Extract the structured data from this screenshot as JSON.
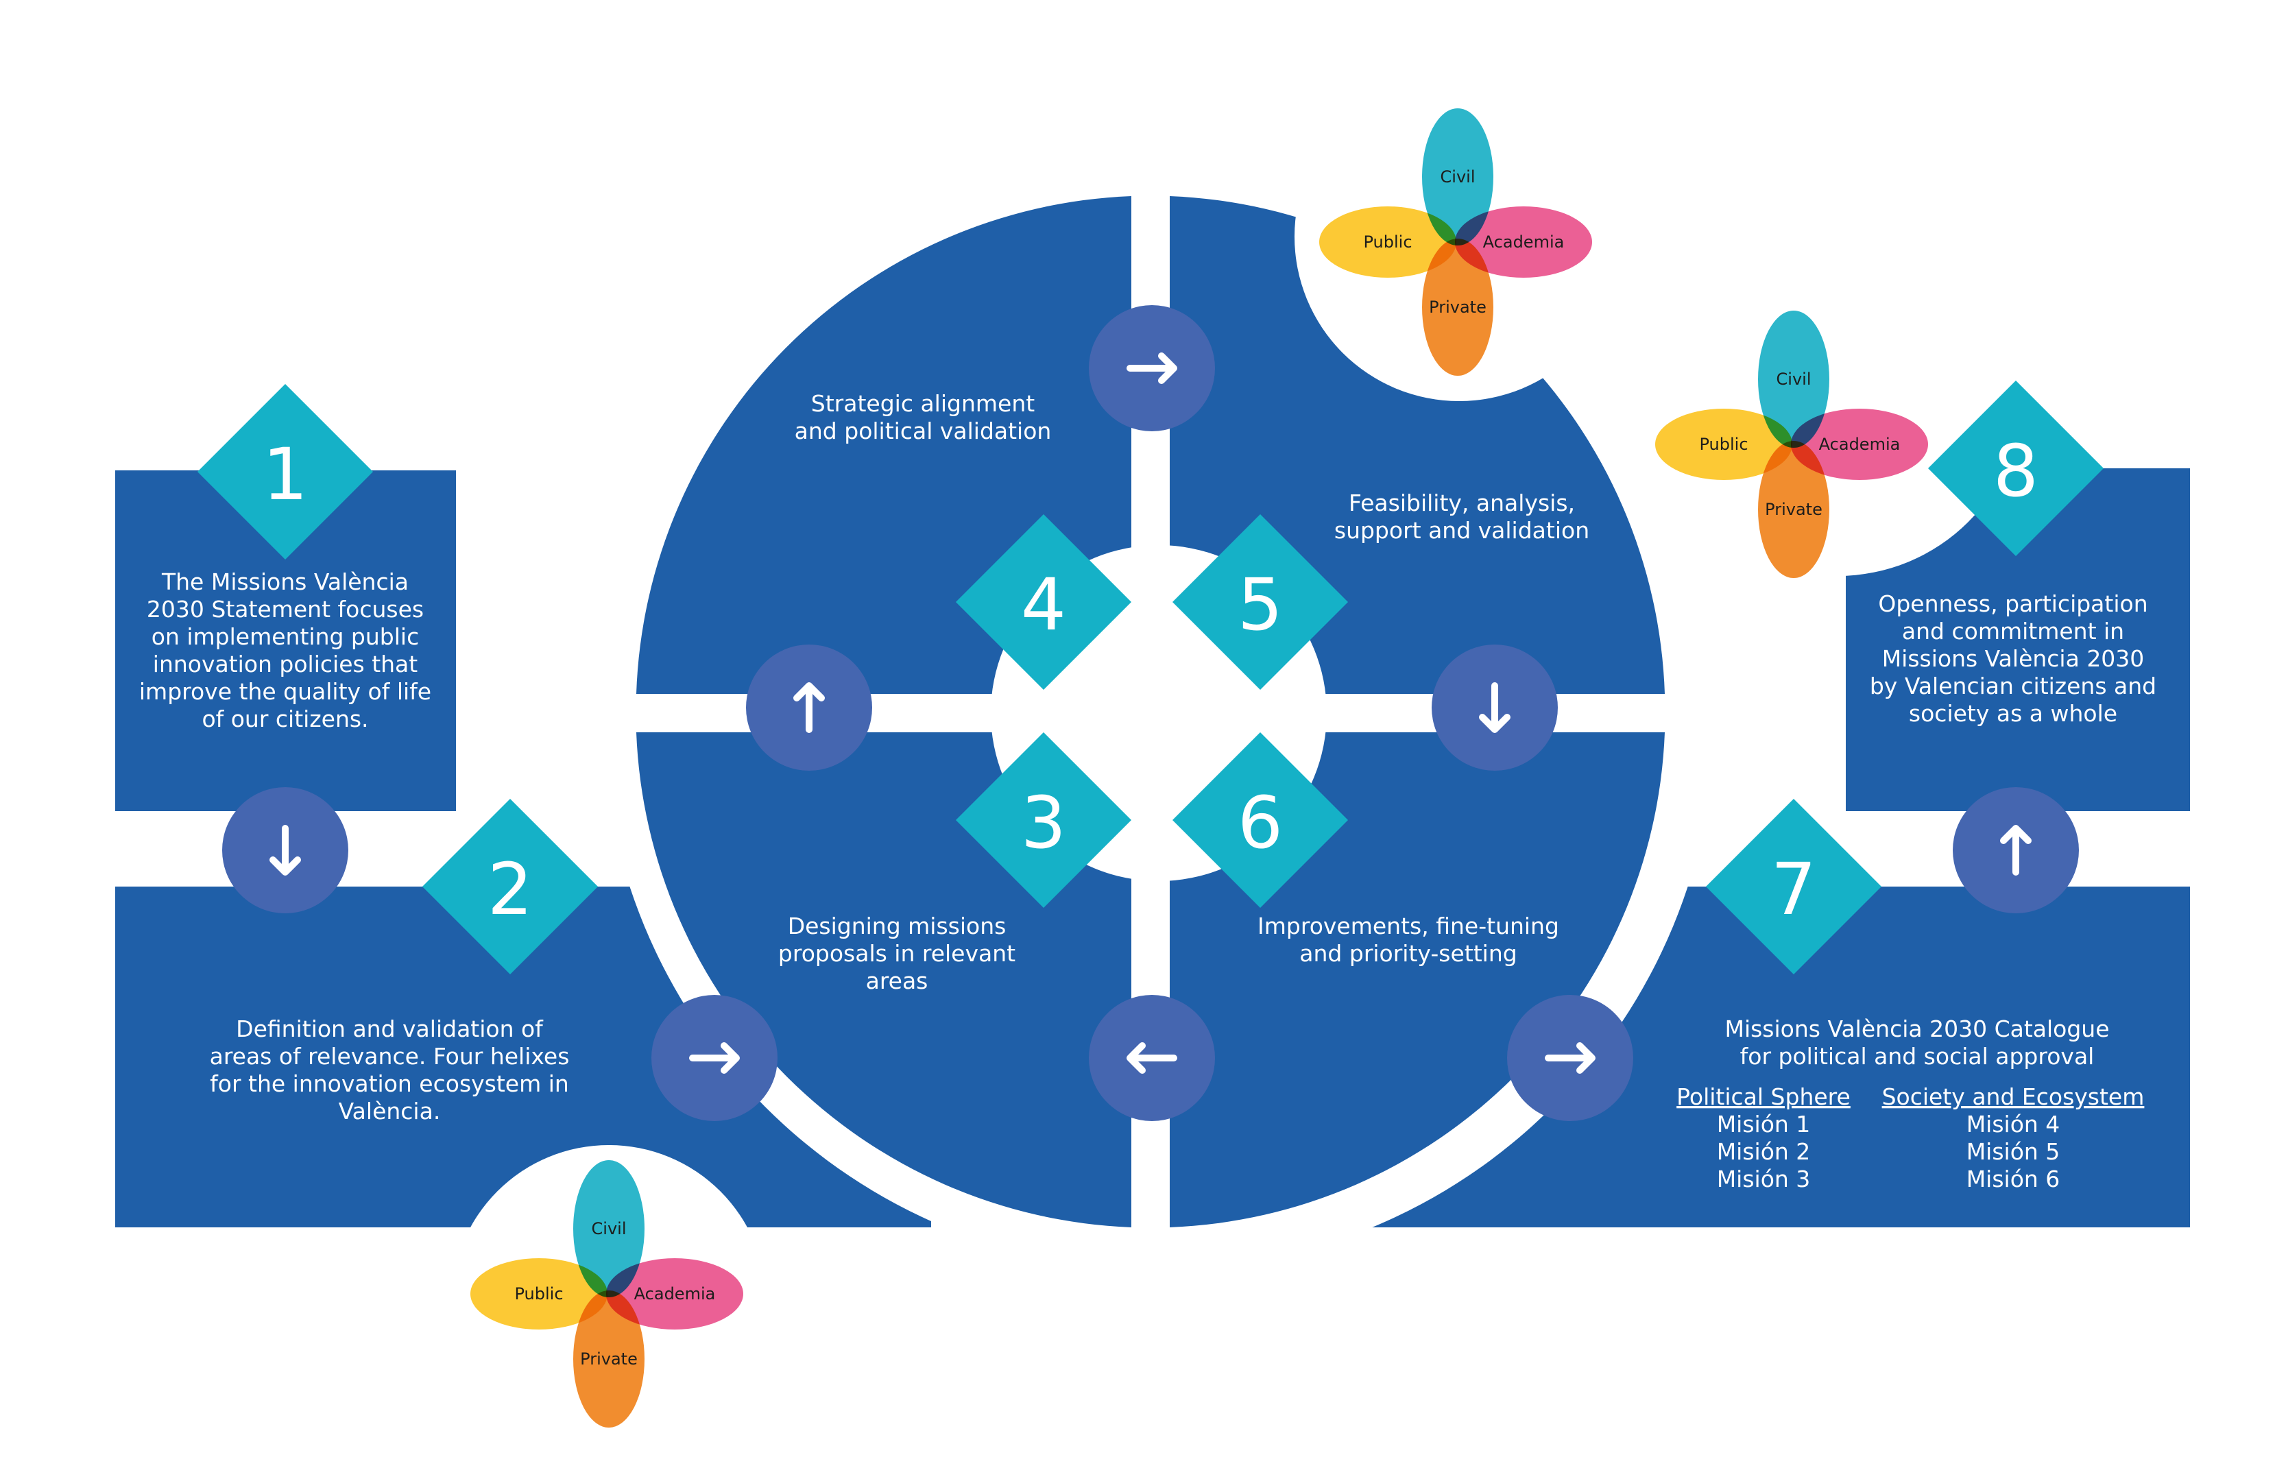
{
  "colors": {
    "panel": "#1f5fa8",
    "arrow_circle": "#4566b0",
    "diamond": "#15b1c7",
    "civil": "#16aec4",
    "public": "#fcc31f",
    "academia": "#e94f8a",
    "private": "#f08118"
  },
  "steps": {
    "s1": {
      "number": "1",
      "lines": [
        "The Missions València",
        "2030 Statement focuses",
        "on implementing public",
        "innovation policies that",
        "improve the quality of life",
        "of our citizens."
      ]
    },
    "s2": {
      "number": "2",
      "lines": [
        "Definition and validation of",
        "areas of relevance. Four helixes",
        "for the innovation ecosystem in",
        "València."
      ]
    },
    "s3": {
      "number": "3",
      "lines": [
        "Designing missions",
        "proposals in relevant",
        "areas"
      ]
    },
    "s4": {
      "number": "4",
      "lines": [
        "Strategic alignment",
        "and political validation"
      ]
    },
    "s5": {
      "number": "5",
      "lines": [
        "Feasibility, analysis,",
        "support and validation"
      ]
    },
    "s6": {
      "number": "6",
      "lines": [
        "Improvements, fine-tuning",
        "and priority-setting"
      ]
    },
    "s7": {
      "number": "7",
      "lines": [
        "Missions València 2030 Catalogue",
        "for political and social approval"
      ]
    },
    "s8": {
      "number": "8",
      "lines": [
        "Openness, participation",
        "and commitment in",
        "Missions València 2030",
        "by Valencian citizens and",
        "society as a whole"
      ]
    }
  },
  "missions": {
    "political": {
      "heading": "Political Sphere",
      "items": [
        "Misión 1",
        "Misión 2",
        "Misión 3"
      ]
    },
    "society": {
      "heading": "Society and Ecosystem",
      "items": [
        "Misión 4",
        "Misión 5",
        "Misión 6"
      ]
    }
  },
  "helix": {
    "civil": "Civil",
    "public": "Public",
    "academia": "Academia",
    "private": "Private"
  },
  "arrows": [
    "down",
    "right",
    "up",
    "right",
    "down",
    "left",
    "right",
    "up"
  ]
}
